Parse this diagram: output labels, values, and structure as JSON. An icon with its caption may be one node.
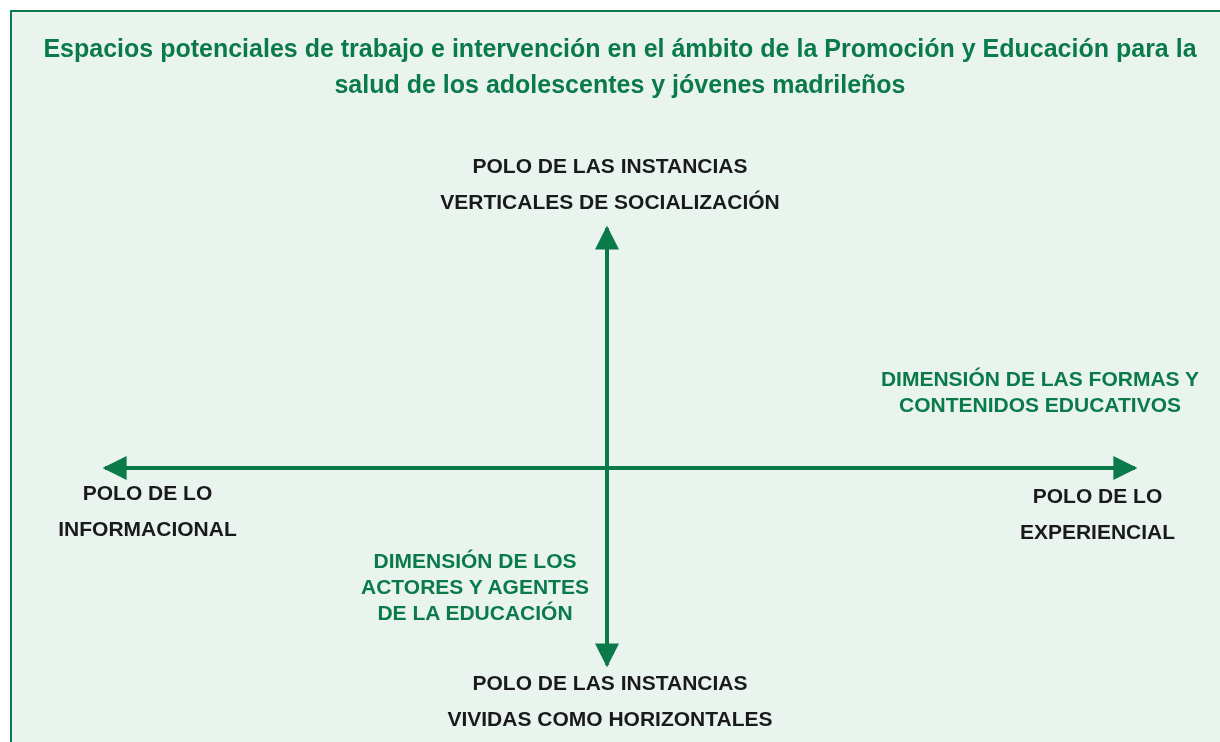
{
  "diagram": {
    "title": "Espacios potenciales de trabajo e intervención en el ámbito de la Promoción y Educación para la salud de los adolescentes y jóvenes madrileños",
    "nodes": [
      {
        "text": [
          "POLO DE LAS INSTANCIAS VERTICALES DE SOCIALIZACIÓN"
        ]
      },
      {
        "text": [
          "POLO DE LAS INSTANCIAS VIVIDAS COMO HORIZONTALES"
        ]
      },
      {
        "text": [
          "POLO DE LO INFORMACIONAL"
        ]
      },
      {
        "text": [
          "POLO DE LO EXPERIENCIAL"
        ]
      }
    ],
    "edges": [
      {
        "from": 0,
        "to": 1,
        "arrow": "both"
      },
      {
        "from": 2,
        "to": 3,
        "arrow": "both"
      }
    ],
    "labels": [
      "DIMENSIÓN DE LAS FORMAS Y CONTENIDOS EDUCATIVOS",
      "DIMENSIÓN DE LOS ACTORES Y AGENTES DE LA EDUCACIÓN"
    ]
  }
}
